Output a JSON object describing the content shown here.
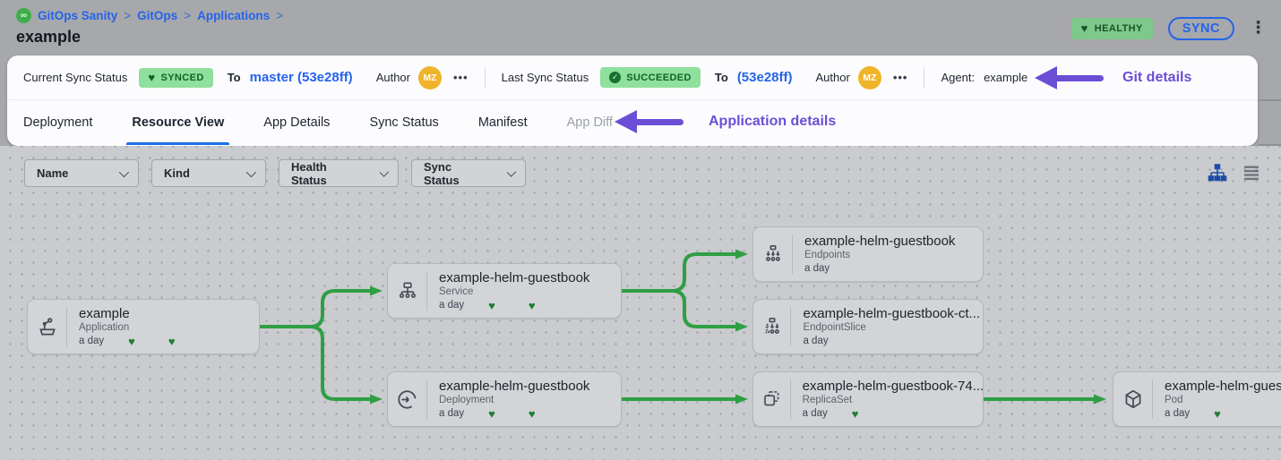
{
  "topbar": {
    "breadcrumb": {
      "separator": ">",
      "items": [
        "GitOps Sanity",
        "GitOps",
        "Applications"
      ]
    },
    "title": "example",
    "health_badge": "HEALTHY",
    "sync_button": "SYNC",
    "kebab_glyph": "⋮"
  },
  "status_bar": {
    "current": {
      "label": "Current Sync Status",
      "badge": "SYNCED",
      "to_label": "To",
      "ref": "master (53e28ff)",
      "author_label": "Author",
      "avatar": "MZ",
      "more": "•••"
    },
    "last": {
      "label": "Last Sync Status",
      "badge": "SUCCEEDED",
      "to_label": "To",
      "ref": "(53e28ff)",
      "author_label": "Author",
      "avatar": "MZ",
      "more": "•••"
    },
    "agent_label": "Agent:",
    "agent_value": "example",
    "annotation": "Git details"
  },
  "tabs": {
    "items": [
      {
        "label": "Deployment"
      },
      {
        "label": "Resource View",
        "active": true
      },
      {
        "label": "App Details"
      },
      {
        "label": "Sync Status"
      },
      {
        "label": "Manifest"
      },
      {
        "label": "App Diff",
        "disabled": true
      }
    ],
    "annotation": "Application details"
  },
  "filters": {
    "name": "Name",
    "kind": "Kind",
    "health": "Health Status",
    "sync": "Sync Status"
  },
  "graph": {
    "nodes": [
      {
        "title": "example",
        "kind": "Application",
        "age": "a day",
        "hearts": 2,
        "icon": "application-icon"
      },
      {
        "title": "example-helm-guestbook",
        "kind": "Service",
        "age": "a day",
        "hearts": 2,
        "icon": "service-icon"
      },
      {
        "title": "example-helm-guestbook",
        "kind": "Endpoints",
        "age": "a day",
        "hearts": 0,
        "icon": "endpoints-icon"
      },
      {
        "title": "example-helm-guestbook-ct...",
        "kind": "EndpointSlice",
        "age": "a day",
        "hearts": 0,
        "icon": "endpointslice-icon"
      },
      {
        "title": "example-helm-guestbook",
        "kind": "Deployment",
        "age": "a day",
        "hearts": 2,
        "icon": "deployment-icon"
      },
      {
        "title": "example-helm-guestbook-74...",
        "kind": "ReplicaSet",
        "age": "a day",
        "hearts": 1,
        "icon": "replicaset-icon"
      },
      {
        "title": "example-helm-guestbook",
        "kind": "Pod",
        "age": "a day",
        "hearts": 1,
        "icon": "pod-icon"
      }
    ]
  },
  "icons": {
    "heart": "♥",
    "check": "✓",
    "infinity": "∞"
  },
  "colors": {
    "accent_blue": "#2563eb",
    "tab_underline": "#1a6fe8",
    "badge_green_bg": "#8ee09c",
    "badge_green_text": "#14602a",
    "health_badge_bg": "#7fc88c",
    "edge_green": "#2f9e44",
    "heart_green": "#1e7e34",
    "annotation_purple": "#6b4ed6",
    "avatar_orange": "#f0b429",
    "topbar_gray": "#a6a8ab",
    "canvas_gray": "#c9cbce",
    "card_white": "#fcfcfe"
  }
}
